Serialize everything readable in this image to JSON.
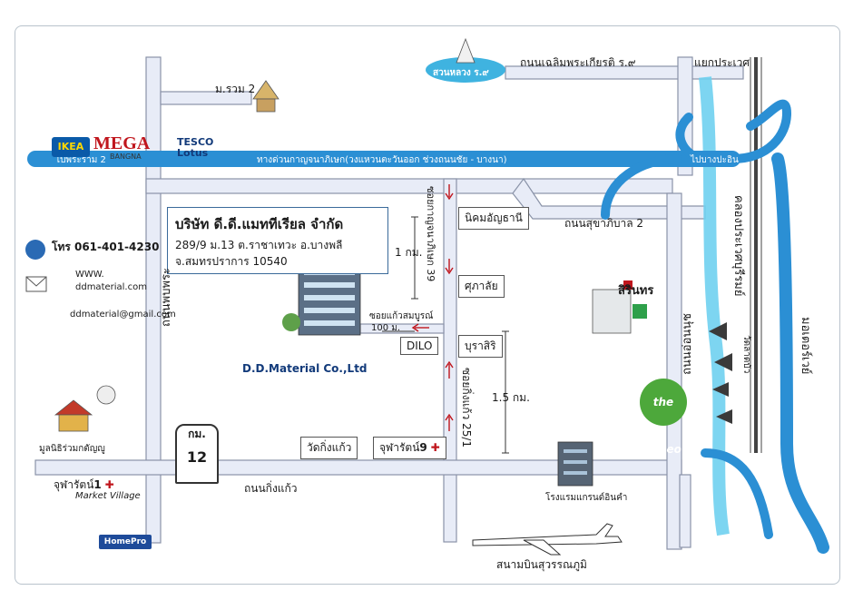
{
  "colors": {
    "expressway": "#2b8fd4",
    "road": "#e8ecf7",
    "road_edge": "#8a93a8",
    "rail": "#444444",
    "canal": "#6fd0f0",
    "arrow": "#c0161d"
  },
  "brands": {
    "ikea": "IKEA",
    "mega": "MEGA",
    "mega_sub": "BANGNA",
    "tesco": "TESCO",
    "lotus": "Lotus",
    "homepro": "HomePro"
  },
  "roads": {
    "rama2_soi": "ม.รวม 2",
    "chaloem": "ถนนเฉลิมพระเกียรติ ร.๙",
    "prawet": "แยกประเวศ",
    "expressway_left": "ไปพระราม 2",
    "expressway_center": "ทางด่วนกาญจนาภิเษก(วงแหวนตะวันออก ช่วงถนนชัย - บางนา)",
    "expressway_right": "ไปบางปะอิน",
    "sukhaphiban": "ถนนสุขาภิบาล 2",
    "kingkaew": "ถนนกิ่งแก้ว",
    "left_vertical": "ถนนพบพระ",
    "on_nut": "ถนนอ่อนนุช",
    "canal": "คลองประเวศบุรีรมย์",
    "motorway": "มอเตอร์เวย์",
    "soi_39": "ซอยกาญจนาภิเษก 39",
    "soi_25": "ซอยกิ่งแก้ว 25/1",
    "soi_somboon": "ซอยแก้วสมบูรณ์"
  },
  "places": {
    "suan_luang": "สวนหลวง ร.๙",
    "nikom": "นิคมอัญธานี",
    "subway": "ศุภาลัย",
    "burasiri": "บุราสิริ",
    "dilo": "DILO",
    "wat_kingkaew": "วัดกิ่งแก้ว",
    "chularat9": "จุฬารัตน์",
    "chularat9_num": "9",
    "chularat1": "จุฬารัตน์",
    "chularat1_num": "1",
    "market_village": "Market Village",
    "mulnithi": "มูลนิธิร่วมกตัญญู",
    "sirin": "สิรินทร",
    "paseo": "the Paseo",
    "grand_inn": "โรงแรมแกรนด์อินคำ",
    "airport": "สนามบินสุวรรณภูมิ",
    "wat_lat": "วัดลาดบัว",
    "pin_label": "กม.",
    "pin_num": "12"
  },
  "distances": {
    "d1": "1 กม.",
    "d100": "100 ม.",
    "d15": "1.5 กม."
  },
  "contact": {
    "phone": "โทร 061-401-4230",
    "www": "WWW.",
    "site": "ddmaterial.com",
    "email": "ddmaterial@gmail.com"
  },
  "company": {
    "name_th": "บริษัท ดี.ดี.แมททีเรียล จำกัด",
    "addr1": "289/9 ม.13 ต.ราชาเทวะ อ.บางพลี",
    "addr2": "จ.สมทรปราการ    10540",
    "name_en": "D.D.Material Co.,Ltd"
  }
}
